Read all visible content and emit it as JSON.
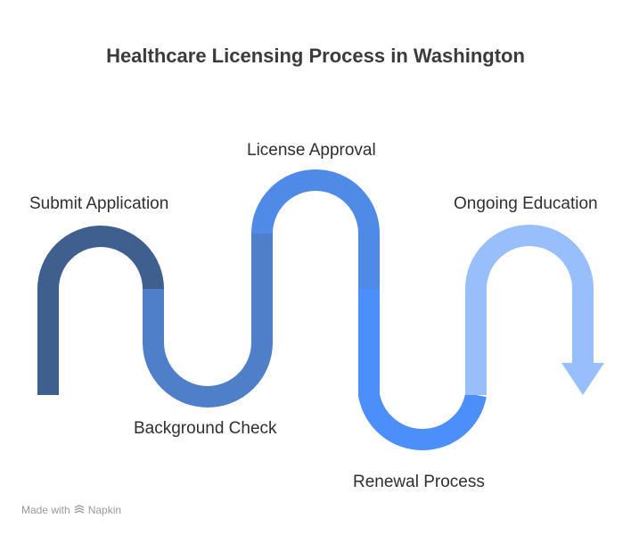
{
  "title": "Healthcare Licensing Process in Washington",
  "steps": [
    {
      "label": "Submit Application",
      "color": "#3F5F8E"
    },
    {
      "label": "Background Check",
      "color": "#4F7FC8"
    },
    {
      "label": "License Approval",
      "color": "#4E8AE6"
    },
    {
      "label": "Renewal Process",
      "color": "#4C8EFA"
    },
    {
      "label": "Ongoing Education",
      "color": "#98BEFB"
    }
  ],
  "credit": {
    "prefix": "Made with",
    "brand": "Napkin",
    "icon": "napkin-logo-icon"
  }
}
